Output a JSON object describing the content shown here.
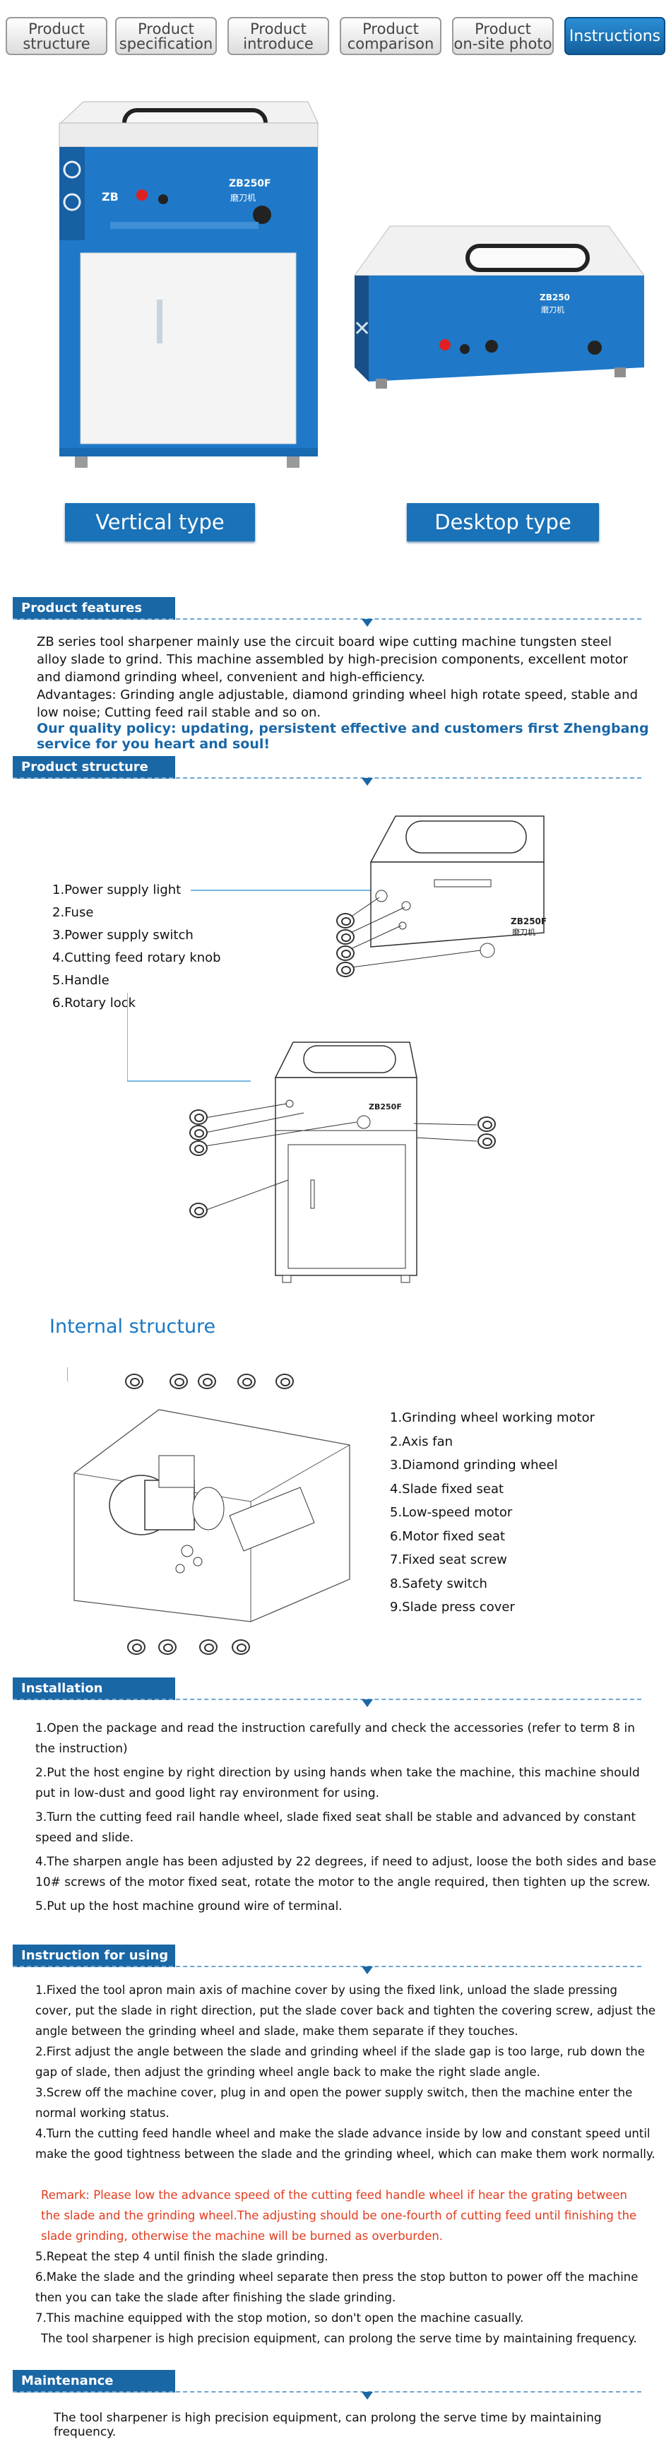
{
  "tabs": [
    {
      "label": "Product structure",
      "line1": "Product",
      "line2": "structure"
    },
    {
      "label": "Product specification",
      "line1": "Product",
      "line2": "specification"
    },
    {
      "label": "Product introduce",
      "line1": "Product",
      "line2": "introduce"
    },
    {
      "label": "Product comparison",
      "line1": "Product",
      "line2": "comparison"
    },
    {
      "label": "Product on-site photo",
      "line1": "Product",
      "line2": "on-site photo"
    },
    {
      "label": "Instructions",
      "line1": "Instructions",
      "line2": ""
    }
  ],
  "product_images": {
    "vertical_label": "Vertical type",
    "desktop_label": "Desktop type",
    "vertical_model": "ZB250F",
    "vertical_chinese": "磨刀机",
    "desktop_model": "ZB250",
    "desktop_chinese": "磨刀机"
  },
  "features": {
    "heading": "Product features",
    "paragraph1": "ZB series tool sharpener mainly use the circuit board wipe cutting machine tungsten steel alloy slade to grind. This machine assembled by high-precision components, excellent motor and diamond grinding wheel, convenient and high-efficiency.",
    "paragraph2": "Advantages: Grinding angle adjustable, diamond grinding wheel high rotate speed, stable and low noise; Cutting feed rail stable and so on.",
    "policy": "Our quality policy: updating, persistent effective and customers first Zhengbang service for you heart and soul!"
  },
  "structure": {
    "heading": "Product structure",
    "items": [
      "1.Power supply light",
      "2.Fuse",
      "3.Power supply switch",
      "4.Cutting feed rotary knob",
      "5.Handle",
      "6.Rotary lock"
    ],
    "diagram_model": "ZB250F",
    "diagram_chinese": "磨刀机",
    "internal_title": "Internal structure",
    "internal_items": [
      "1.Grinding wheel working motor",
      "2.Axis fan",
      "3.Diamond grinding wheel",
      "4.Slade fixed seat",
      "5.Low-speed motor",
      "6.Motor fixed seat",
      "7.Fixed seat screw",
      "8.Safety switch",
      "9.Slade press cover"
    ]
  },
  "installation": {
    "heading": "Installation",
    "steps": [
      "1.Open the package and read the instruction carefully and check the accessories (refer to term 8 in the instruction)",
      "2.Put the host engine by right direction by using hands when take the machine, this machine should put in low-dust and good light ray environment for using.",
      "3.Turn the cutting feed rail handle wheel, slade fixed seat shall be stable and advanced by constant speed and slide.",
      "4.The sharpen angle has been adjusted by 22 degrees, if need to adjust, loose the both sides and base 10# screws of the motor fixed seat, rotate the motor to the angle required, then tighten up the screw.",
      "5.Put up the host machine ground wire of terminal."
    ]
  },
  "usage": {
    "heading": "Instruction for using",
    "steps": [
      "1.Fixed the tool apron main axis of machine cover by using the fixed link, unload the slade pressing cover, put the slade in right direction, put the slade cover back and tighten the covering screw, adjust the angle between the grinding wheel and slade, make them separate if they touches.",
      "2.First adjust the angle between the slade and grinding wheel if the slade gap is too large, rub down the gap of slade, then adjust the grinding wheel angle back to make the right slade angle.",
      "3.Screw off the machine cover, plug in and open the power supply switch, then the machine enter the normal working status.",
      "4.Turn the cutting feed handle wheel and make the slade advance inside by low and constant speed until make the good tightness between the slade and the grinding wheel, which can make them work normally."
    ],
    "remark": "Remark: Please low the advance speed of the cutting feed handle wheel if hear the grating between the slade and the grinding wheel.The adjusting should be one-fourth of cutting feed until finishing the slade grinding, otherwise the machine will be burned as overburden.",
    "steps_after": [
      "5.Repeat the step 4 until finish the slade grinding.",
      "6.Make the slade and the grinding wheel separate then press the stop button to power off the machine then you can take the slade after finishing the slade grinding.",
      "7.This machine equipped with the stop motion, so don't open the machine casually."
    ],
    "closing": "The tool sharpener is high precision equipment, can prolong the serve time by maintaining frequency."
  },
  "maintenance": {
    "heading": "Maintenance",
    "text": "The tool sharpener is high precision equipment, can prolong the serve time by maintaining frequency."
  },
  "colors": {
    "accent": "#1a67a6",
    "machine_blue": "#1f79c8",
    "remark_red": "#e23b1e"
  }
}
